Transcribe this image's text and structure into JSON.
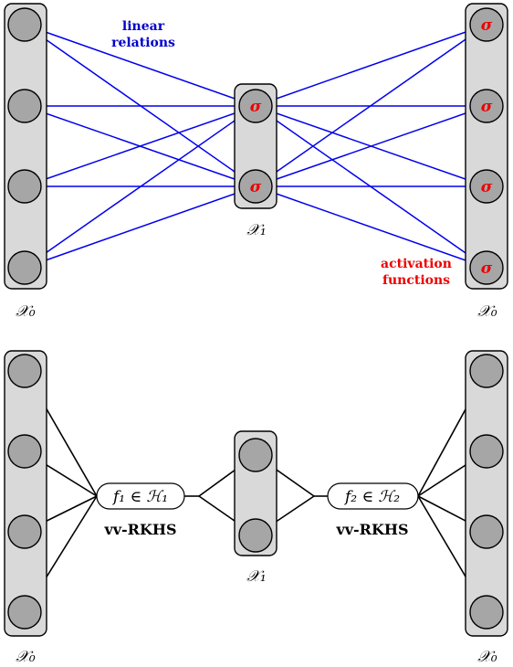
{
  "top": {
    "label_left": "𝒳₀",
    "label_middle": "𝒳₁",
    "label_right": "𝒳₀",
    "sigma": "σ",
    "linear_relations": [
      "linear",
      "relations"
    ],
    "activation_functions": [
      "activation",
      "functions"
    ]
  },
  "bottom": {
    "label_left": "𝒳₀",
    "label_middle": "𝒳₁",
    "label_right": "𝒳₀",
    "f1": "f₁ ∈ ℋ₁",
    "f2": "f₂ ∈ ℋ₂",
    "rkhs_left": "vv-RKHS",
    "rkhs_right": "vv-RKHS"
  },
  "colors": {
    "edges_top": "#0000ee",
    "sigma": "#ee0000",
    "layer_fill": "#d9d9d9",
    "node_fill": "#a6a6a6"
  }
}
